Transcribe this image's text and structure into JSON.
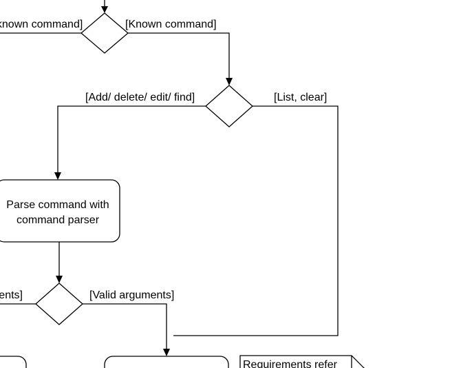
{
  "diagram": {
    "edge_labels": {
      "unknown_command": "[Unknown command]",
      "known_command": "[Known command]",
      "add_delete_edit_find": "[Add/ delete/ edit/ find]",
      "list_clear": "[List, clear]",
      "invalid_arguments": "[Invalid arguments]",
      "valid_arguments": "[Valid arguments]"
    },
    "nodes": {
      "parse_command_line1": "Parse command with",
      "parse_command_line2": "command parser",
      "requirements_note": "Requirements refer"
    }
  }
}
